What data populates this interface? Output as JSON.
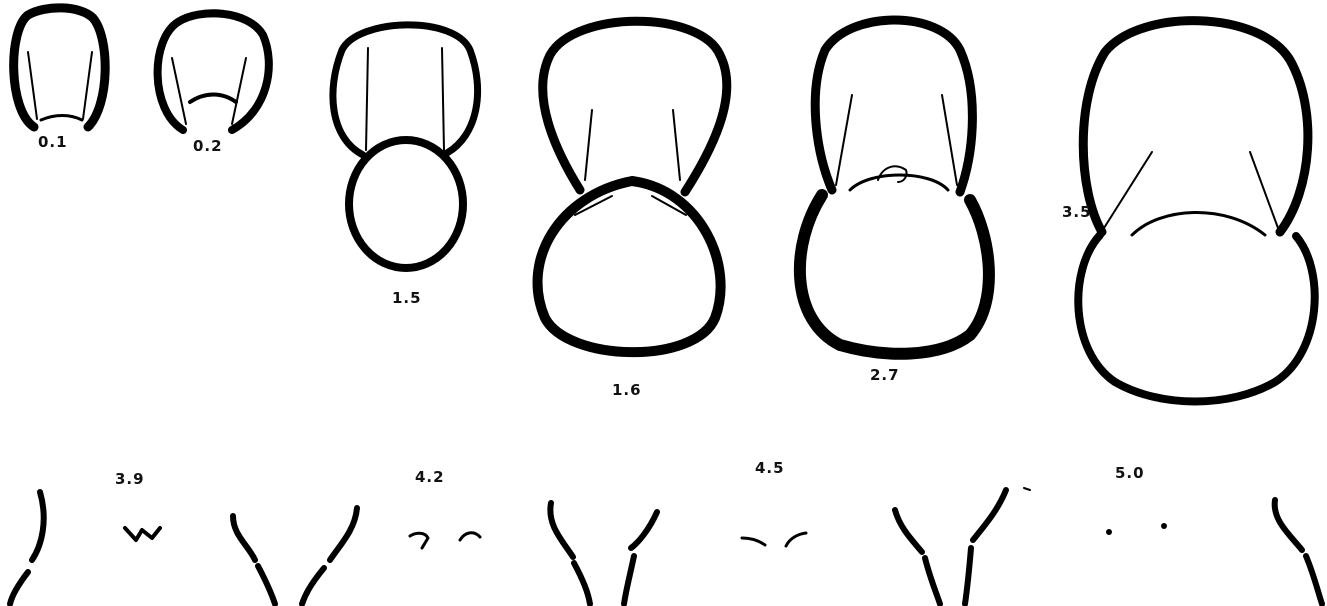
{
  "figure": {
    "stage_labels": [
      "0.1",
      "0.2",
      "1.5",
      "1.6",
      "2.7",
      "3.5",
      "3.9",
      "4.2",
      "4.5",
      "5.0"
    ],
    "ink_color": "#000000",
    "background_color": "#ffffff"
  }
}
